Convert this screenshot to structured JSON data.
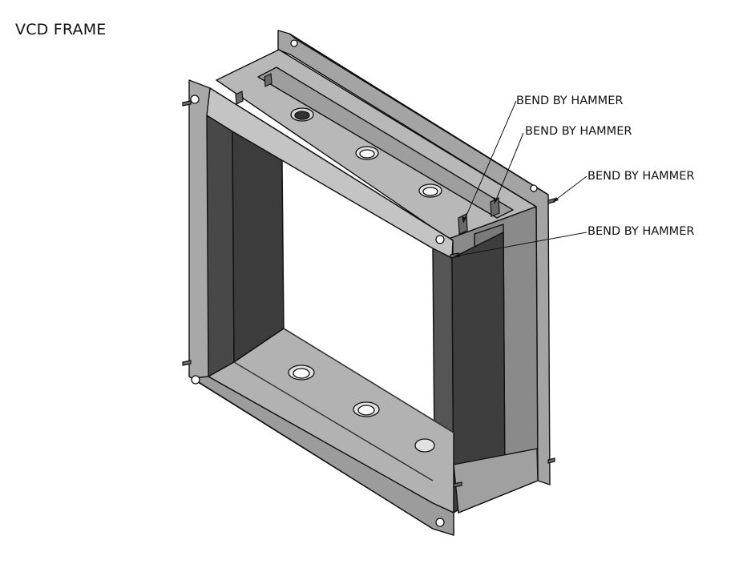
{
  "title": "VCD FRAME",
  "callouts": [
    "BEND BY HAMMER",
    "BEND BY HAMMER",
    "BEND BY HAMMER",
    "BEND BY HAMMER"
  ],
  "colors": {
    "face_light": "#b4b4b4",
    "face_mid": "#9a9a9a",
    "face_dark": "#484848",
    "edge": "#111111"
  }
}
